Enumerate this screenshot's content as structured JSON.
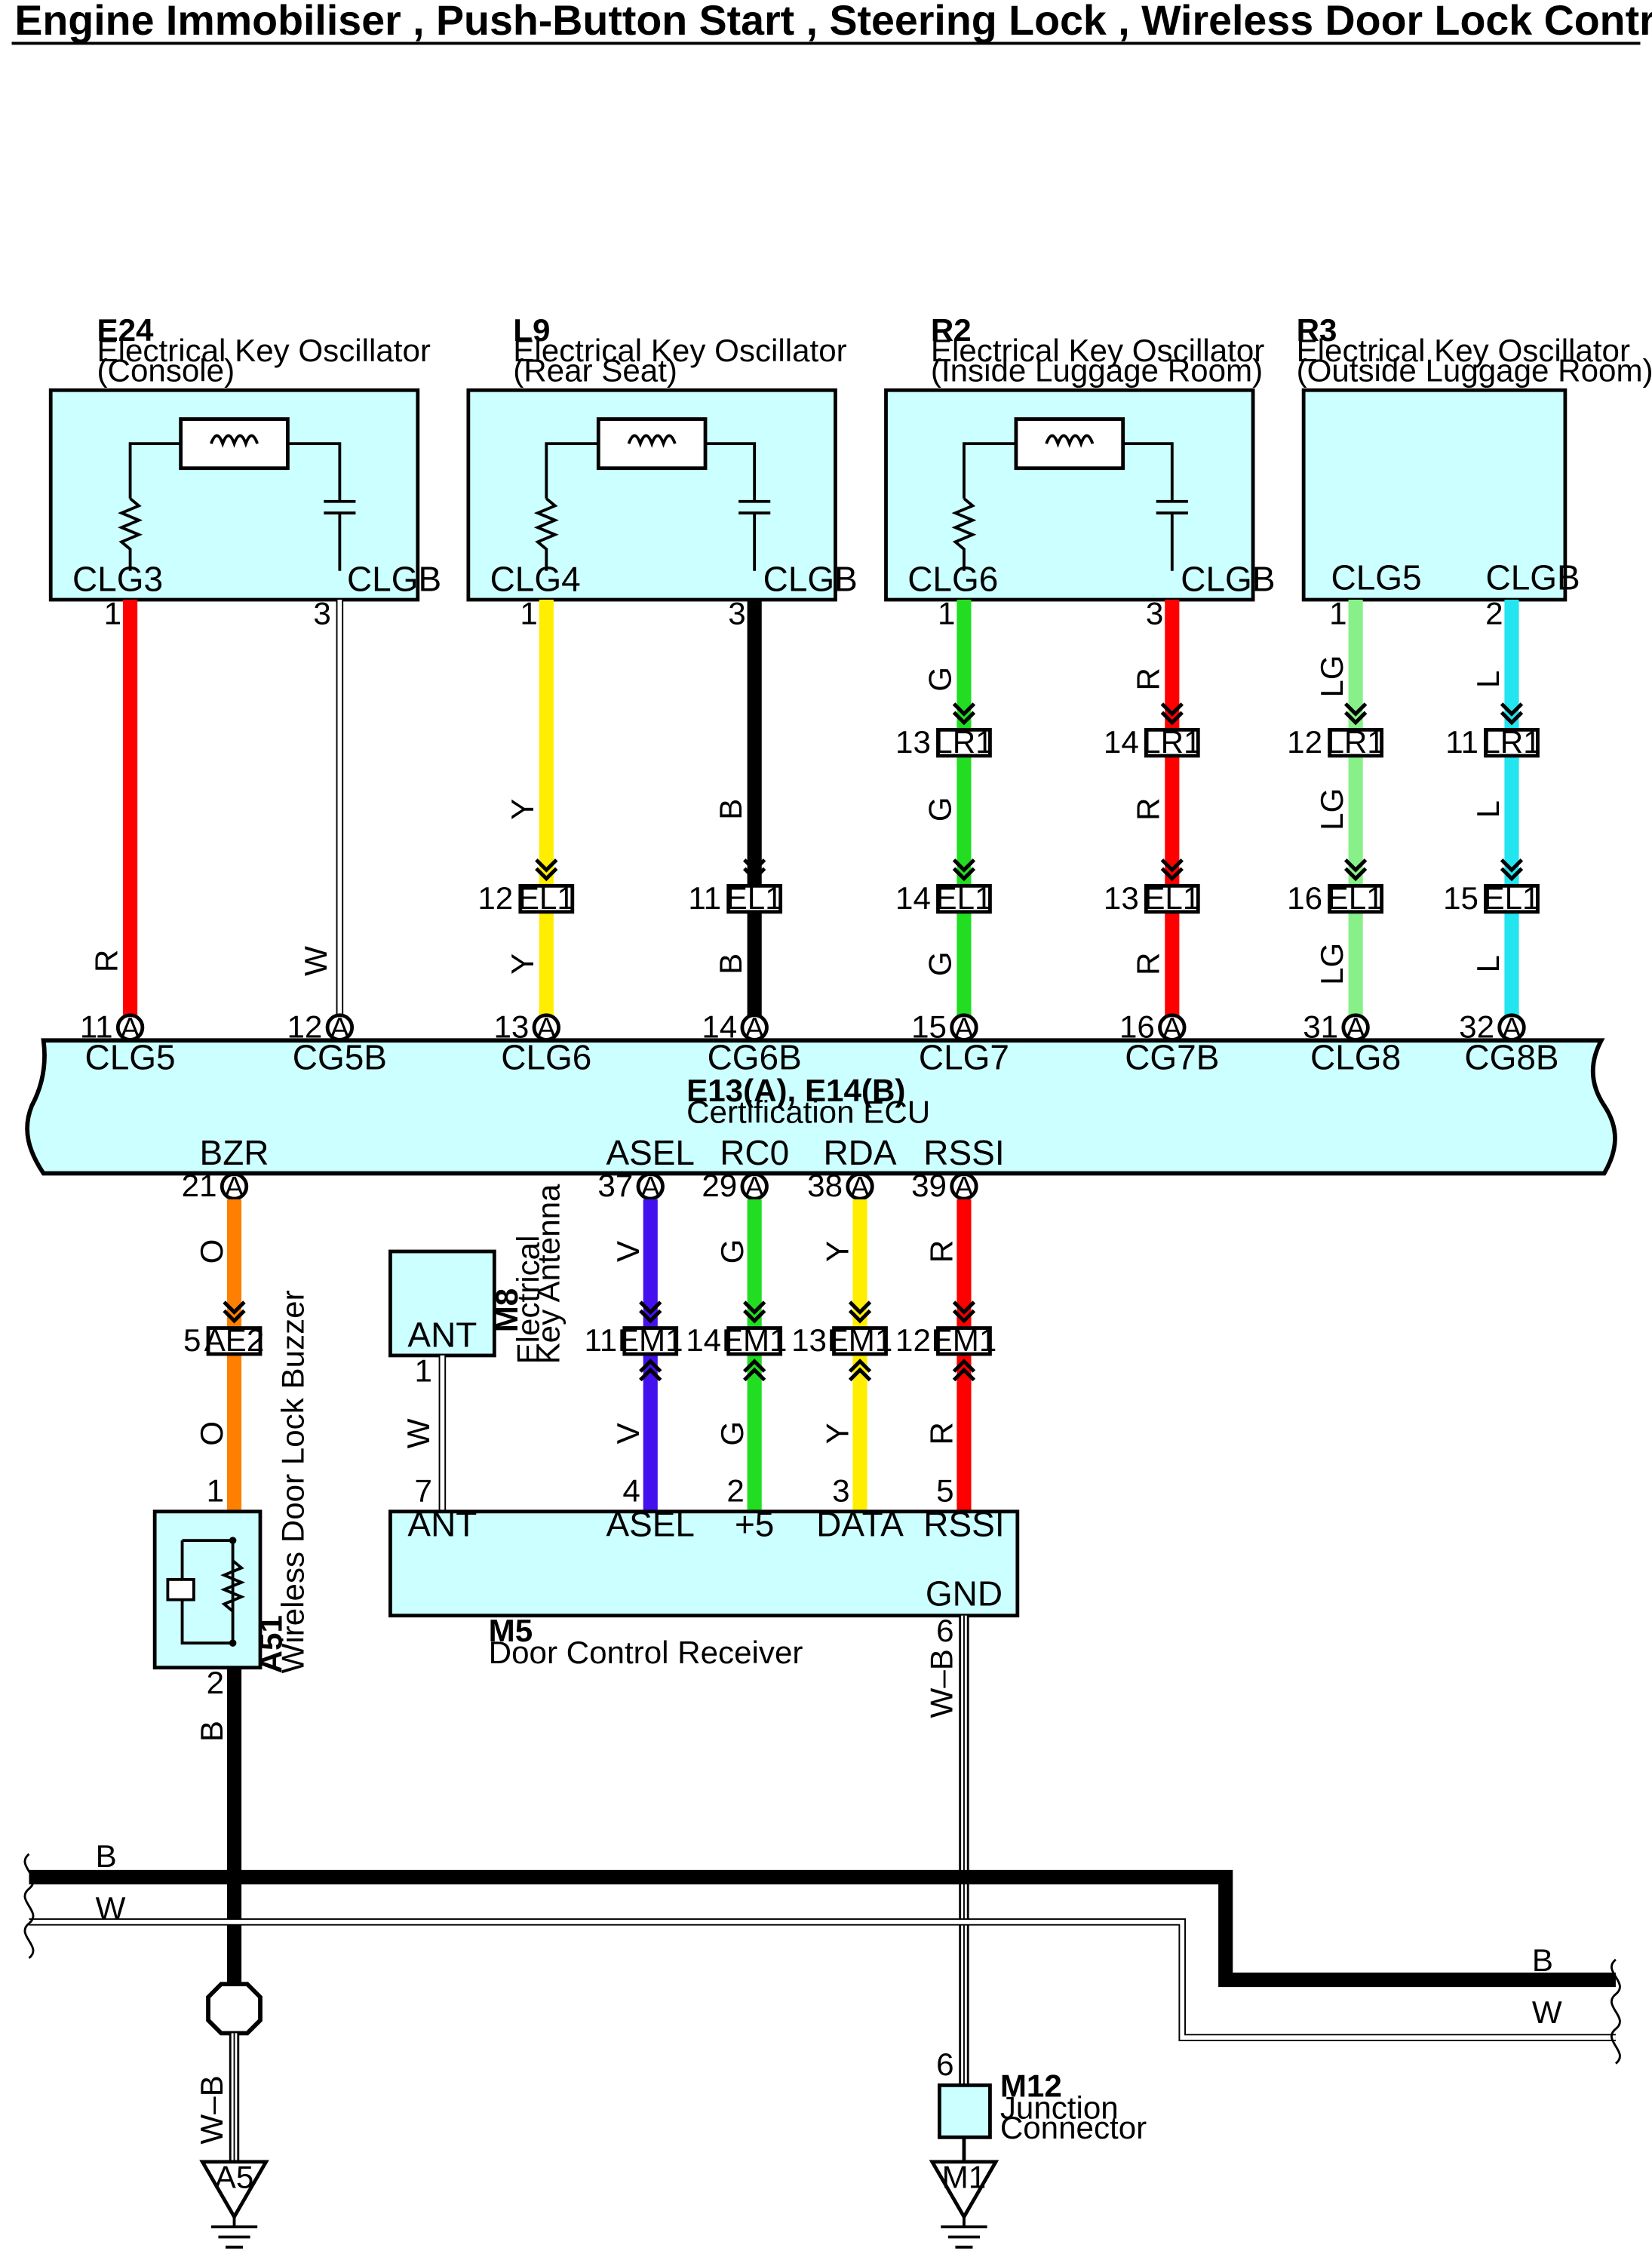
{
  "header": {
    "title": "Engine Immobiliser , Push-Button Start , Steering Lock , Wireless Door Lock Control , Smart Access System with Push-Button Start"
  },
  "components": {
    "e24": {
      "code": "E24",
      "name": "Electrical Key Oscillator",
      "sub": "(Console)",
      "term_left": "CLG3",
      "term_right": "CLGB",
      "pin_left": "1",
      "pin_right": "3"
    },
    "l9": {
      "code": "L9",
      "name": "Electrical Key Oscillator",
      "sub": "(Rear Seat)",
      "term_left": "CLG4",
      "term_right": "CLGB",
      "pin_left": "1",
      "pin_right": "3"
    },
    "r2": {
      "code": "R2",
      "name": "Electrical Key Oscillator",
      "sub": "(Inside Luggage Room)",
      "term_left": "CLG6",
      "term_right": "CLGB",
      "pin_left": "1",
      "pin_right": "3"
    },
    "r3": {
      "code": "R3",
      "name": "Electrical Key Oscillator",
      "sub": "(Outside Luggage Room)",
      "term_left": "CLG5",
      "term_right": "CLGB",
      "pin_left": "1",
      "pin_right": "2"
    },
    "ecu": {
      "code": "E13(A), E14(B)",
      "name": "Certification ECU"
    },
    "m8": {
      "code": "M8",
      "name1": "Electrical",
      "name2": "Key Antenna",
      "term": "ANT",
      "pin": "1"
    },
    "m5": {
      "code": "M5",
      "name": "Door Control Receiver",
      "gnd": "GND",
      "gnd_pin": "6"
    },
    "a51": {
      "code": "A51",
      "name": "Wireless Door Lock Buzzer",
      "pin_top": "1",
      "pin_bottom": "2"
    },
    "m12": {
      "code": "M12",
      "name1": "Junction",
      "name2": "Connector",
      "pin": "6"
    }
  },
  "ecu_top_terminals": [
    {
      "pin": "11",
      "conn": "A",
      "name": "CLG5"
    },
    {
      "pin": "12",
      "conn": "A",
      "name": "CG5B"
    },
    {
      "pin": "13",
      "conn": "A",
      "name": "CLG6"
    },
    {
      "pin": "14",
      "conn": "A",
      "name": "CG6B"
    },
    {
      "pin": "15",
      "conn": "A",
      "name": "CLG7"
    },
    {
      "pin": "16",
      "conn": "A",
      "name": "CG7B"
    },
    {
      "pin": "31",
      "conn": "A",
      "name": "CLG8"
    },
    {
      "pin": "32",
      "conn": "A",
      "name": "CG8B"
    }
  ],
  "ecu_bottom_terminals": [
    {
      "pin": "21",
      "conn": "A",
      "name": "BZR"
    },
    {
      "pin": "37",
      "conn": "A",
      "name": "ASEL"
    },
    {
      "pin": "29",
      "conn": "A",
      "name": "RC0"
    },
    {
      "pin": "38",
      "conn": "A",
      "name": "RDA"
    },
    {
      "pin": "39",
      "conn": "A",
      "name": "RSSI"
    }
  ],
  "receiver_terminals": [
    {
      "pin": "7",
      "name": "ANT"
    },
    {
      "pin": "4",
      "name": "ASEL"
    },
    {
      "pin": "2",
      "name": "+5"
    },
    {
      "pin": "3",
      "name": "DATA"
    },
    {
      "pin": "5",
      "name": "RSSI"
    }
  ],
  "wire_codes": {
    "r": "R",
    "w": "W",
    "y": "Y",
    "b": "B",
    "g": "G",
    "lg": "LG",
    "l": "L",
    "o": "O",
    "v": "V",
    "wb": "W–B"
  },
  "wire_colors": {
    "R": "#ff0000",
    "W": "#ffffff",
    "Y": "#ffee00",
    "B": "#000000",
    "G": "#22dd22",
    "LG": "#88f088",
    "L": "#22e5f0",
    "O": "#ff8000",
    "V": "#4411ee",
    "W-B": "#ffffff"
  },
  "inline_connectors": [
    {
      "pin": "13",
      "name": "LR1"
    },
    {
      "pin": "14",
      "name": "LR1"
    },
    {
      "pin": "12",
      "name": "LR1"
    },
    {
      "pin": "11",
      "name": "LR1"
    },
    {
      "pin": "12",
      "name": "EL1"
    },
    {
      "pin": "11",
      "name": "EL1"
    },
    {
      "pin": "14",
      "name": "EL1"
    },
    {
      "pin": "13",
      "name": "EL1"
    },
    {
      "pin": "16",
      "name": "EL1"
    },
    {
      "pin": "15",
      "name": "EL1"
    },
    {
      "pin": "5",
      "name": "AE2"
    },
    {
      "pin": "11",
      "name": "EM1"
    },
    {
      "pin": "14",
      "name": "EM1"
    },
    {
      "pin": "13",
      "name": "EM1"
    },
    {
      "pin": "12",
      "name": "EM1"
    }
  ],
  "bus": {
    "b": "B",
    "w": "W"
  },
  "grounds": {
    "a5": "A5",
    "m1": "M1"
  }
}
